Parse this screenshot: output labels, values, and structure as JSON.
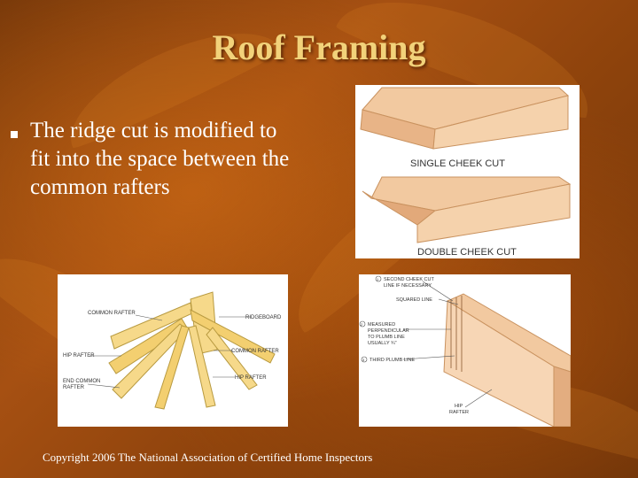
{
  "slide": {
    "title": "Roof Framing",
    "bullet": "The ridge cut is modified to fit into the space between the common rafters",
    "copyright": "Copyright 2006 The National Association of Certified Home Inspectors"
  },
  "figure_cheek": {
    "single_label": "SINGLE CHEEK CUT",
    "double_label": "DOUBLE CHEEK CUT"
  },
  "figure_hip": {
    "common_rafter": "COMMON RAFTER",
    "ridgeboard": "RIDGEBOARD",
    "hip_rafter_left": "HIP RAFTER",
    "common_rafter_right": "COMMON RAFTER",
    "hip_rafter_right": "HIP RAFTER",
    "end_common_1": "END COMMON",
    "end_common_2": "RAFTER"
  },
  "figure_plumb": {
    "second_cheek_1": "SECOND CHEEK CUT",
    "second_cheek_2": "LINE IF NECESSARY",
    "squared_line": "SQUARED LINE",
    "measured_1": "MEASURED",
    "measured_2": "PERPENDICULAR",
    "measured_3": "TO PLUMB LINE",
    "measured_4": "USUALLY ¾\"",
    "third_plumb": "THIRD PLUMB LINE",
    "hip_rafter_1": "HIP",
    "hip_rafter_2": "RAFTER",
    "marker_1": "1",
    "marker_2": "2",
    "marker_3": "3"
  }
}
